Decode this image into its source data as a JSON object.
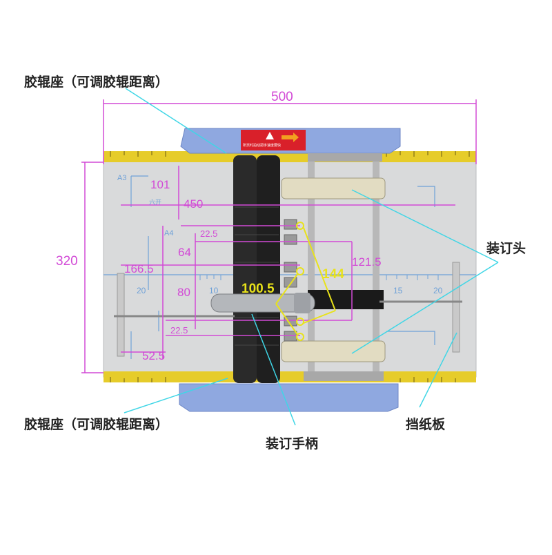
{
  "callouts": {
    "roller_seat_top": "胶辊座（可调胶辊距离）",
    "roller_seat_bottom": "胶辊座（可调胶辊距离）",
    "binding_head": "装订头",
    "binding_handle": "装订手柄",
    "paper_stop": "挡纸板"
  },
  "dimensions": {
    "width_total": "500",
    "height_total": "320",
    "d101": "101",
    "d450": "450",
    "d22_5_top": "22.5",
    "d64": "64",
    "d166_5": "166.5",
    "d121_5": "121.5",
    "d144": "144",
    "d100_5": "100.5",
    "d80": "80",
    "d22_5_bottom": "22.5",
    "d52_5": "52.5"
  },
  "plate_marks": {
    "a3": "A3",
    "a4": "A4",
    "n20_left": "20",
    "n10": "10",
    "n15": "15",
    "n20_right": "20",
    "small_note": "六开"
  },
  "warning_label": "所页时拍动把手速度要快",
  "colors": {
    "magenta": "#d24ad6",
    "yellow_dim": "#e8e21a",
    "cyan_leader": "#3fd6e6",
    "blue_body": "#8fa8e0",
    "ruler": "#e6cc2a"
  }
}
